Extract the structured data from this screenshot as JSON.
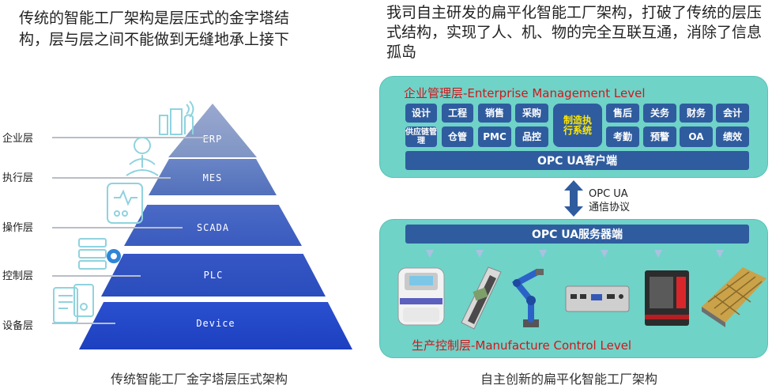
{
  "left": {
    "intro": "传统的智能工厂架构是层压式的金字塔结构，层与层之间不能做到无缝地承上接下",
    "caption": "传统智能工厂金字塔层压式架构",
    "layers": [
      {
        "name": "企业层",
        "tier": "ERP"
      },
      {
        "name": "执行层",
        "tier": "MES"
      },
      {
        "name": "操作层",
        "tier": "SCADA"
      },
      {
        "name": "控制层",
        "tier": "PLC"
      },
      {
        "name": "设备层",
        "tier": "Device"
      }
    ]
  },
  "right": {
    "intro": "我司自主研发的扁平化智能工厂架构，打破了传统的层压式结构，实现了人、机、物的完全互联互通，消除了信息孤岛",
    "caption": "自主创新的扁平化智能工厂架构",
    "top_title": "企业管理层-Enterprise Management Level",
    "modules_left": [
      "设计",
      "工程",
      "销售",
      "采购",
      "供应链管理",
      "仓管",
      "PMC",
      "品控"
    ],
    "module_center": "制造执行系统",
    "modules_right": [
      "售后",
      "关务",
      "财务",
      "会计",
      "考勤",
      "预警",
      "OA",
      "绩效"
    ],
    "opc_client": "OPC UA客户端",
    "protocol_line1": "OPC UA",
    "protocol_line2": "通信协议",
    "opc_server": "OPC UA服务器端",
    "bottom_title": "生产控制层-Manufacture Control Level",
    "devices": [
      "analyzer-device",
      "linear-module-device",
      "robot-arm-device",
      "industrial-pc-device",
      "cnc-machine-device",
      "warehouse-rack-device"
    ]
  },
  "colors": {
    "tier_erp": "#7f95c4",
    "tier_mes": "#5876bd",
    "tier_scada": "#3e5fc0",
    "tier_plc": "#2b4fbf",
    "tier_device": "#1f46c6",
    "panel": "#6fd3c8",
    "module": "#2f5c9e",
    "title_red": "#d2161b"
  }
}
